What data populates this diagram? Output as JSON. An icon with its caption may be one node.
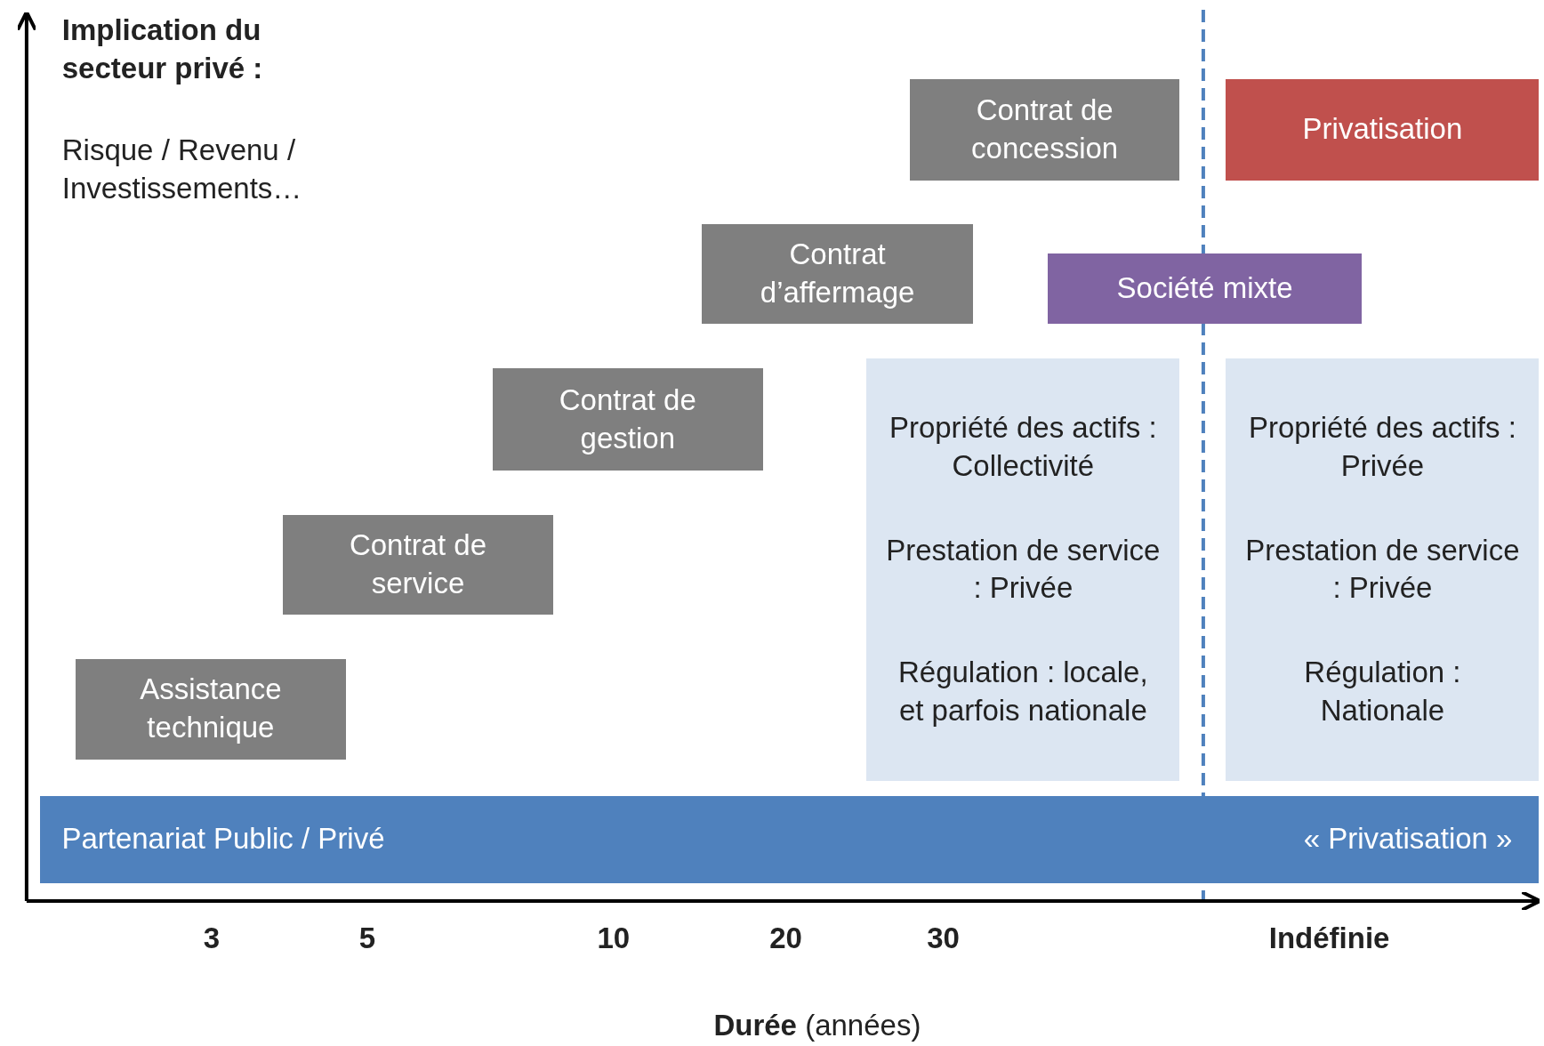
{
  "diagram": {
    "nodes": [
      {
        "text": [
          "Contrat de concession"
        ]
      },
      {
        "text": [
          "Privatisation"
        ]
      },
      {
        "text": [
          "Contrat d’affermage"
        ]
      },
      {
        "text": [
          "Société mixte"
        ]
      },
      {
        "text": [
          "Contrat de gestion"
        ]
      },
      {
        "text": [
          "Propriété des actifs : Collectivité",
          "Prestation de service : Privée",
          "Régulation : locale, et parfois nationale"
        ]
      },
      {
        "text": [
          "Propriété des actifs : Privée",
          "Prestation de service : Privée",
          "Régulation : Nationale"
        ]
      },
      {
        "text": [
          "Contrat de service"
        ]
      },
      {
        "text": [
          "Assistance technique"
        ]
      },
      {
        "text": [
          "Partenariat Public / Privé",
          "« Privatisation »"
        ]
      }
    ],
    "labels": [
      "Implication du secteur privé :",
      "Risque / Revenu / Investissements…",
      "3",
      "5",
      "10",
      "20",
      "30",
      "Indéfinie",
      "**Durée** (années)"
    ]
  }
}
